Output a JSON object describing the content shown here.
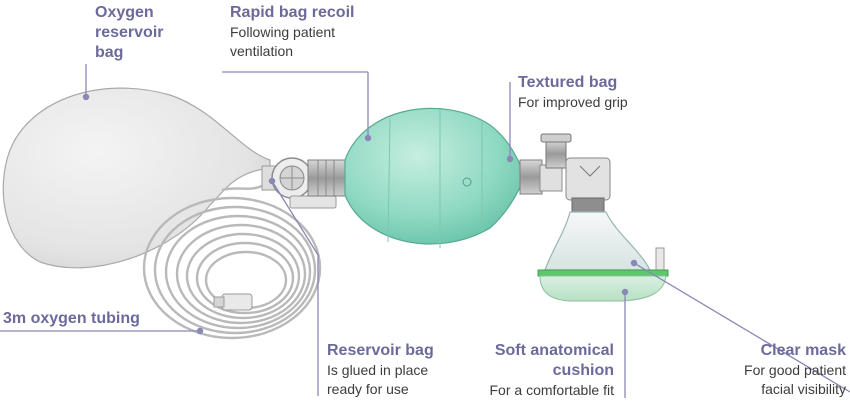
{
  "labels": {
    "oxygen_reservoir": {
      "title_lines": [
        "Oxygen",
        "reservoir",
        "bag"
      ]
    },
    "rapid_recoil": {
      "title": "Rapid bag recoil",
      "sub_lines": [
        "Following patient",
        "ventilation"
      ]
    },
    "textured_bag": {
      "title": "Textured bag",
      "sub_lines": [
        "For improved grip"
      ]
    },
    "oxygen_tubing": {
      "title": "3m oxygen tubing"
    },
    "reservoir_bag": {
      "title": "Reservoir bag",
      "sub_lines": [
        "Is glued in place",
        "ready for use"
      ]
    },
    "soft_cushion": {
      "title_lines": [
        "Soft anatomical",
        "cushion"
      ],
      "sub_lines": [
        "For a comfortable fit"
      ]
    },
    "clear_mask": {
      "title": "Clear mask",
      "sub_lines": [
        "For good patient",
        "facial visibility"
      ]
    }
  },
  "colors": {
    "label_title": "#6c6a9a",
    "leader_line": "#8a88b4",
    "reservoir_fill": "#e6e6e6",
    "bag_fill": "#8fd9c2",
    "mask_rim": "#5bc96a"
  }
}
